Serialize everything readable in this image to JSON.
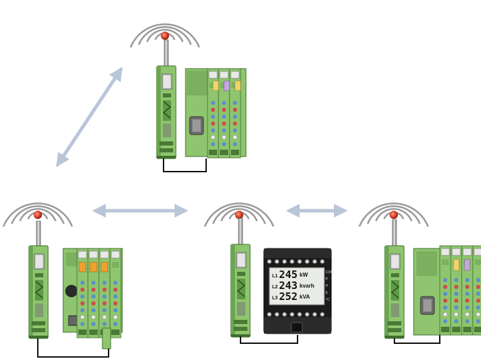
{
  "diagram": {
    "nodes": [
      {
        "id": "top",
        "kind": "radio-with-io-modules"
      },
      {
        "id": "left",
        "kind": "radio-with-controller-and-io"
      },
      {
        "id": "center",
        "kind": "radio-with-power-meter"
      },
      {
        "id": "right",
        "kind": "radio-with-io-modules"
      }
    ],
    "links": [
      {
        "from": "left",
        "to": "top",
        "style": "bidirectional-arrow"
      },
      {
        "from": "left",
        "to": "center",
        "style": "bidirectional-arrow"
      },
      {
        "from": "center",
        "to": "right",
        "style": "bidirectional-arrow"
      }
    ],
    "colors": {
      "module_green": "#8fc56e",
      "module_dark": "#5d9a45",
      "arrow": "#b8c6d8",
      "wave": "#9a9a9a",
      "antenna_tip": "#d8442f",
      "meter_body": "#1b1b1b",
      "lcd": "#e9ece6"
    }
  },
  "meter": {
    "rows": [
      {
        "phase": "L1",
        "value": "245",
        "unit": "kW"
      },
      {
        "phase": "L2",
        "value": "243",
        "unit": "kvarh"
      },
      {
        "phase": "L3",
        "value": "252",
        "unit": "kVA"
      }
    ],
    "side_labels": [
      "COM",
      "P",
      "P",
      "E",
      "°C"
    ]
  }
}
